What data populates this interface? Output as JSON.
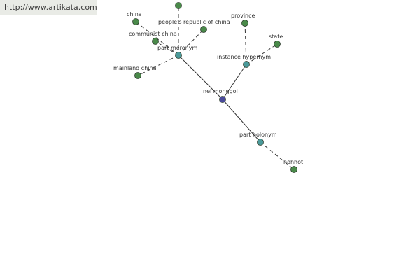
{
  "header": {
    "url": "http://www.artikata.com"
  },
  "colors": {
    "center": "#4a4a9a",
    "relation": "#4a9a9a",
    "leaf": "#4a8a4a",
    "outline": "#2f3f2f"
  },
  "graph": {
    "nodes": [
      {
        "id": "nei_monggol",
        "label": "nei monggol",
        "kind": "center"
      },
      {
        "id": "part_meronym",
        "label": "part meronym",
        "kind": "relation"
      },
      {
        "id": "instance_hypernym",
        "label": "instance hypernym",
        "kind": "relation"
      },
      {
        "id": "part_holonym",
        "label": "part holonym",
        "kind": "relation"
      },
      {
        "id": "china",
        "label": "china",
        "kind": "leaf"
      },
      {
        "id": "top_unlabeled",
        "label": "",
        "kind": "leaf"
      },
      {
        "id": "peoples_republic",
        "label": "people's republic of china",
        "kind": "leaf"
      },
      {
        "id": "communist_china",
        "label": "communist china",
        "kind": "leaf"
      },
      {
        "id": "mainland_china",
        "label": "mainland china",
        "kind": "leaf"
      },
      {
        "id": "province",
        "label": "province",
        "kind": "leaf"
      },
      {
        "id": "state",
        "label": "state",
        "kind": "leaf"
      },
      {
        "id": "hohhot",
        "label": "hohhot",
        "kind": "leaf"
      }
    ],
    "edges": [
      {
        "from": "nei_monggol",
        "to": "part_meronym",
        "style": "solid"
      },
      {
        "from": "nei_monggol",
        "to": "instance_hypernym",
        "style": "solid"
      },
      {
        "from": "nei_monggol",
        "to": "part_holonym",
        "style": "solid"
      },
      {
        "from": "part_meronym",
        "to": "china",
        "style": "dashed"
      },
      {
        "from": "part_meronym",
        "to": "top_unlabeled",
        "style": "dashed"
      },
      {
        "from": "part_meronym",
        "to": "peoples_republic",
        "style": "dashed"
      },
      {
        "from": "part_meronym",
        "to": "communist_china",
        "style": "dashed"
      },
      {
        "from": "part_meronym",
        "to": "mainland_china",
        "style": "dashed"
      },
      {
        "from": "instance_hypernym",
        "to": "province",
        "style": "dashed"
      },
      {
        "from": "instance_hypernym",
        "to": "state",
        "style": "dashed"
      },
      {
        "from": "part_holonym",
        "to": "hohhot",
        "style": "dashed"
      }
    ]
  }
}
